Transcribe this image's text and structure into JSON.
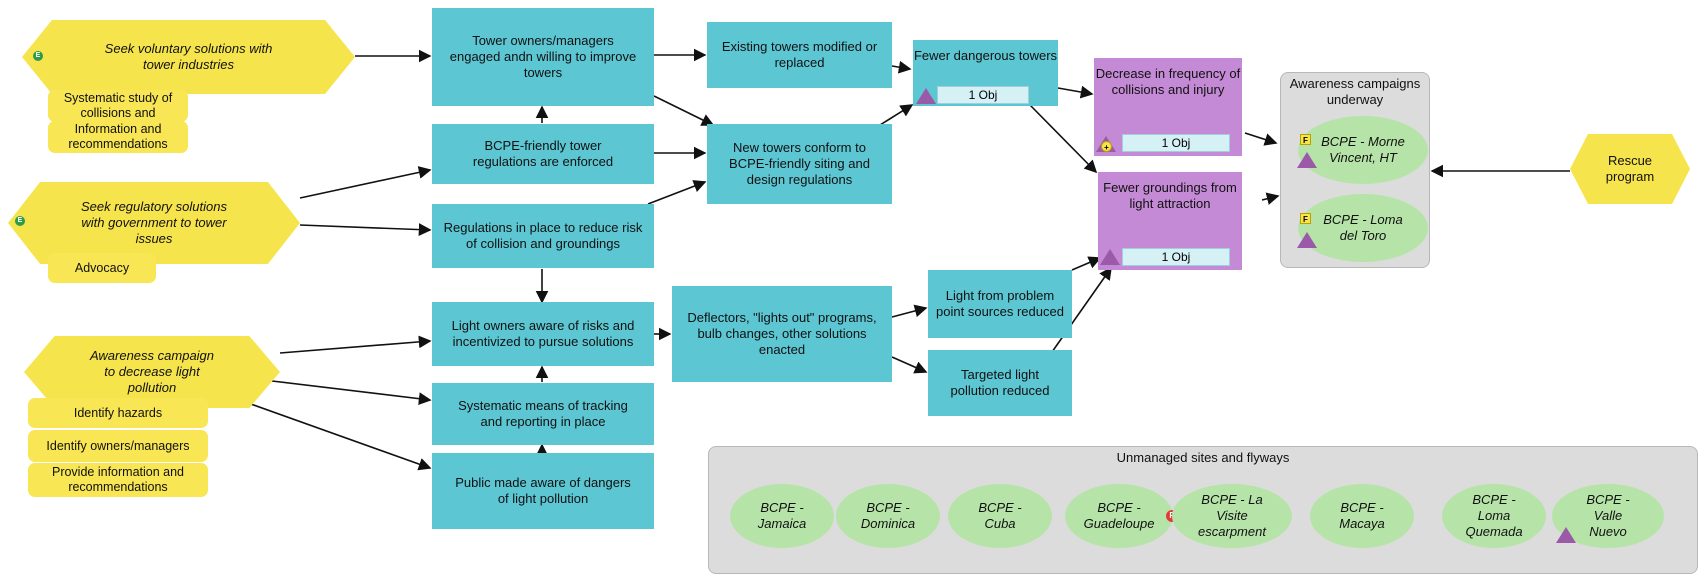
{
  "strategies": {
    "voluntary": "Seek voluntary solutions with tower industries",
    "regulatory": "Seek regulatory solutions with government to tower issues",
    "awareness": "Awareness campaign to decrease light pollution",
    "rescue": "Rescue program"
  },
  "activities": {
    "systematic_study": "Systematic study of collisions and",
    "info_recs": "Information and recommendations",
    "advocacy": "Advocacy",
    "identify_hazards": "Identify hazards",
    "identify_owners": "Identify owners/managers",
    "provide_info": "Provide information and recommendations"
  },
  "results": {
    "tower_owners": "Tower owners/managers engaged andn willing to improve towers",
    "bcpe_regs": "BCPE-friendly tower regulations are enforced",
    "regs_in_place": "Regulations in place to reduce risk of collision and groundings",
    "light_owners": "Light owners aware of risks and incentivized to pursue solutions",
    "tracking": "Systematic means of tracking and reporting in place",
    "public_aware": "Public made aware of dangers of light pollution",
    "existing_towers": "Existing towers modified or replaced",
    "new_towers": "New towers conform to BCPE-friendly siting and design regulations",
    "deflectors": "Deflectors, \"lights out\" programs, bulb changes, other solutions enacted",
    "fewer_towers": "Fewer dangerous towers",
    "light_reduced": "Light from problem point sources reduced",
    "targeted_light": "Targeted light pollution reduced"
  },
  "threats": {
    "decrease_collisions": "Decrease in frequency of collisions and injury",
    "fewer_groundings": "Fewer groundings from light attraction"
  },
  "obj_label": "1 Obj",
  "awareness_group": {
    "title": "Awareness campaigns underway",
    "sites": [
      "BCPE - Morne Vincent, HT",
      "BCPE - Loma del Toro"
    ]
  },
  "unmanaged_group": {
    "title": "Unmanaged sites and flyways",
    "sites": [
      "BCPE - Jamaica",
      "BCPE - Dominica",
      "BCPE - Cuba",
      "BCPE - Guadeloupe",
      "BCPE - La Visite escarpment",
      "BCPE - Macaya",
      "BCPE - Loma Quemada",
      "BCPE - Valle Nuevo"
    ]
  },
  "badges": {
    "e": "E",
    "f": "F",
    "p": "P",
    "plus": "+"
  },
  "colors": {
    "result": "#5cc6d3",
    "threat": "#c48ad6",
    "strategy": "#f6e44c",
    "target": "#b6e4a8"
  }
}
